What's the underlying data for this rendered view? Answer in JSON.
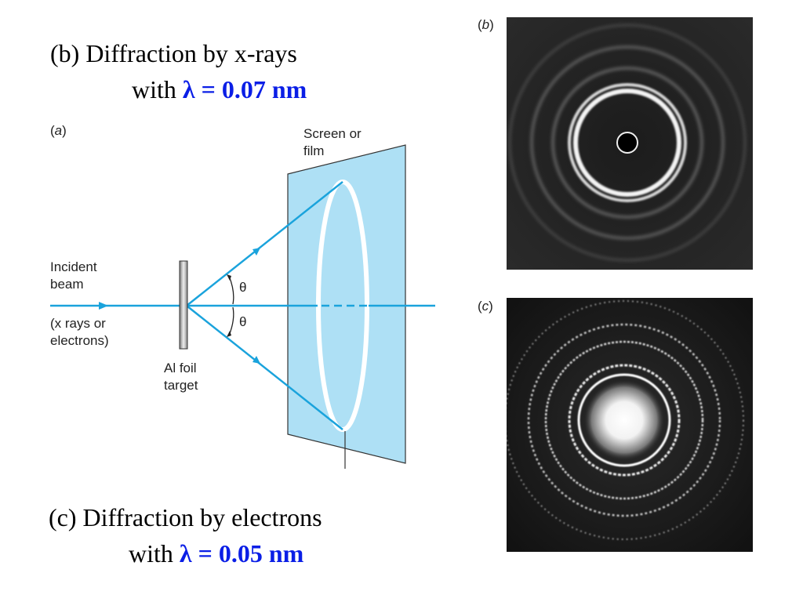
{
  "captions": {
    "b_line1": "(b) Diffraction by x-rays",
    "b_line2_prefix": "with ",
    "b_line2_value": "λ = 0.07 nm",
    "c_line1": "(c) Diffraction by electrons",
    "c_line2_prefix": "with ",
    "c_line2_value": "λ = 0.05 nm"
  },
  "panel_labels": {
    "a": "a",
    "b": "b",
    "c": "c"
  },
  "diagram": {
    "incident_beam_line1": "Incident",
    "incident_beam_line2": "beam",
    "source_line1": "(x rays or",
    "source_line2": "electrons)",
    "target_line1": "Al foil",
    "target_line2": "target",
    "screen_line1": "Screen or",
    "screen_line2": "film",
    "angle_upper": "θ",
    "angle_lower": "θ"
  },
  "colors": {
    "beam": "#1aa3dc",
    "screen_fill": "#aee0f5",
    "highlight_text": "#0a1ee6"
  }
}
